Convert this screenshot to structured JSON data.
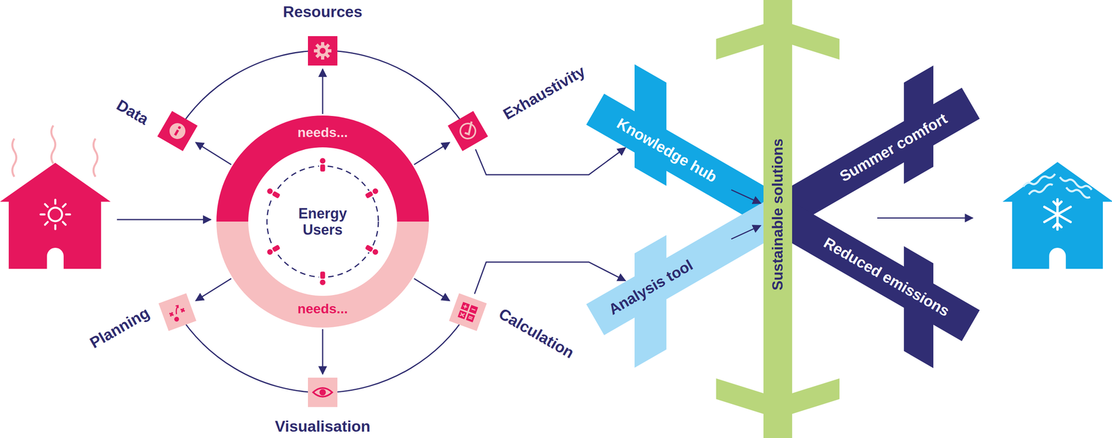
{
  "diagram": {
    "nodes": [
      {
        "text": [
          "needs...",
          "Energy Users",
          "needs..."
        ]
      },
      {
        "text": [
          "Resources"
        ]
      },
      {
        "text": [
          "Data"
        ]
      },
      {
        "text": [
          "Exhaustivity"
        ]
      },
      {
        "text": [
          "Planning"
        ]
      },
      {
        "text": [
          "Visualisation"
        ]
      },
      {
        "text": [
          "Calculation"
        ]
      },
      {
        "text": [
          "Knowledge hub"
        ]
      },
      {
        "text": [
          "Analysis tool"
        ]
      },
      {
        "text": [
          "Sustainable solutions"
        ]
      },
      {
        "text": [
          "Summer comfort"
        ]
      },
      {
        "text": [
          "Reduced emissions"
        ]
      }
    ],
    "edges": [
      {
        "from": 0,
        "to": 1,
        "arrow": "to"
      },
      {
        "from": 0,
        "to": 2,
        "arrow": "to"
      },
      {
        "from": 0,
        "to": 3,
        "arrow": "to"
      },
      {
        "from": 0,
        "to": 4,
        "arrow": "to"
      },
      {
        "from": 0,
        "to": 5,
        "arrow": "to"
      },
      {
        "from": 0,
        "to": 6,
        "arrow": "to"
      },
      {
        "from": 3,
        "to": 7,
        "arrow": "to"
      },
      {
        "from": 6,
        "to": 8,
        "arrow": "to"
      },
      {
        "from": 7,
        "to": 9,
        "arrow": "to"
      },
      {
        "from": 8,
        "to": 9,
        "arrow": "to"
      }
    ]
  }
}
